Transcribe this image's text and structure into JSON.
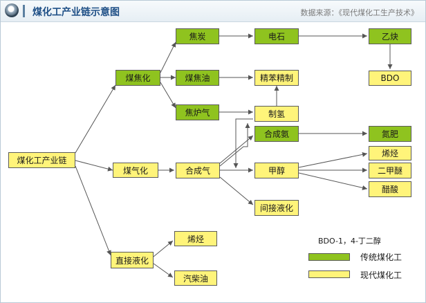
{
  "header": {
    "title": "煤化工产业链示意图",
    "source": "数据来源：《现代煤化工生产技术》"
  },
  "colors": {
    "traditional": "#8fc31f",
    "modern": "#fff47a",
    "arrow": "#555555"
  },
  "nodes": {
    "root": "煤化工产业链",
    "coking": "煤焦化",
    "gasification": "煤气化",
    "liquefaction": "直接液化",
    "coke": "焦炭",
    "coal_tar": "煤焦油",
    "coke_gas": "焦炉气",
    "calcium_carbide": "电石",
    "acetylene": "乙炔",
    "bdo": "BDO",
    "refined_benzene": "精苯精制",
    "hydrogen": "制氢",
    "syngas": "合成气",
    "ammonia": "合成氨",
    "methanol": "甲醇",
    "indirect_liquefaction": "间接液化",
    "fertilizer": "氮肥",
    "olefins": "烯烃",
    "dme": "二甲醚",
    "acetic_acid": "醋酸",
    "liq_olefins": "烯烃",
    "diesel": "汽柴油"
  },
  "legend": {
    "note": "BDO-1，4-丁二醇",
    "traditional": "传统煤化工",
    "modern": "现代煤化工"
  }
}
